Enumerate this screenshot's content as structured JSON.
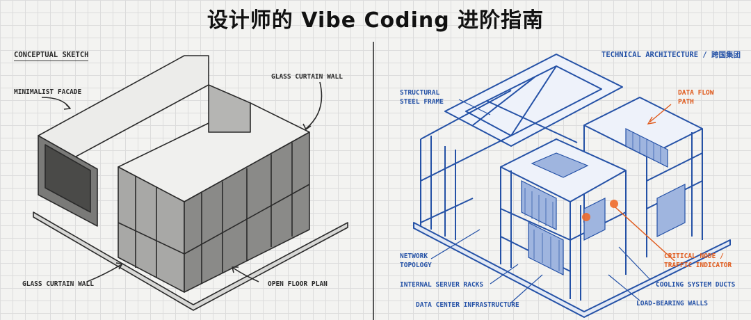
{
  "title": "设计师的 Vibe Coding 进阶指南",
  "left_panel": {
    "heading": "CONCEPTUAL SKETCH",
    "labels": {
      "minimalist_facade": "MINIMALIST FACADE",
      "glass_curtain_wall_top": "GLASS CURTAIN WALL",
      "glass_curtain_wall_bottom": "GLASS CURTAIN WALL",
      "open_floor_plan": "OPEN FLOOR PLAN"
    }
  },
  "right_panel": {
    "heading": "TECHNICAL ARCHITECTURE / 跨国集团",
    "labels": {
      "structural_steel_frame_1": "STRUCTURAL",
      "structural_steel_frame_2": "STEEL FRAME",
      "data_flow_path_1": "DATA FLOW",
      "data_flow_path_2": "PATH",
      "network_topology_1": "NETWORK",
      "network_topology_2": "TOPOLOGY",
      "critical_node_1": "CRITICAL NODE /",
      "critical_node_2": "TRAFFIC INDICATOR",
      "internal_server_racks": "INTERNAL SERVER RACKS",
      "cooling_system_ducts": "COOLING SYSTEM DUCTS",
      "data_center_infrastructure": "DATA CENTER INFRASTRUCTURE",
      "load_bearing_walls": "LOAD-BEARING WALLS"
    }
  },
  "colors": {
    "sketch": "#2a2a2a",
    "blueprint": "#2451a6",
    "accent": "#e05a1c"
  }
}
